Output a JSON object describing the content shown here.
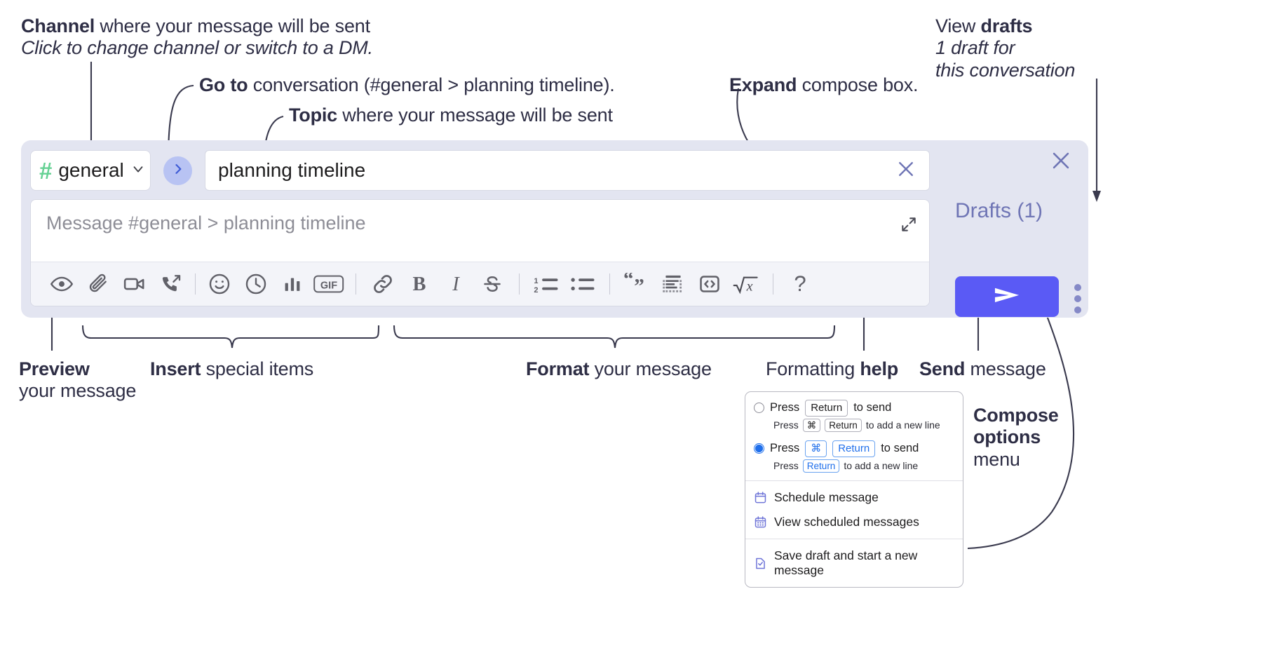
{
  "annotations": {
    "channel": {
      "bold": "Channel",
      "rest": " where your message will be sent",
      "italic": "Click to change channel or switch to a DM."
    },
    "goto": {
      "bold": "Go to",
      "rest": " conversation (#general > planning timeline)."
    },
    "topic": {
      "bold": "Topic",
      "rest": " where your message will be sent"
    },
    "expand": {
      "bold": "Expand",
      "rest": " compose box."
    },
    "drafts": {
      "bold_prefix": "View ",
      "bold": "drafts",
      "italic_line1": "1 draft for",
      "italic_line2": "this conversation"
    },
    "preview": {
      "bold": "Preview",
      "line2": "your message"
    },
    "insert": {
      "bold": "Insert",
      "rest": " special items"
    },
    "format": {
      "bold": "Format",
      "rest": " your message"
    },
    "help": {
      "rest": "Formatting ",
      "bold": "help"
    },
    "send": {
      "bold": "Send",
      "rest": " message"
    },
    "compose": {
      "line1": "Compose",
      "line2": "options",
      "line3": "menu"
    }
  },
  "compose": {
    "channel": {
      "hash": "#",
      "name": "general",
      "chevron_icon": "chevron-down-icon"
    },
    "goto_icon": "chevron-right-icon",
    "topic": {
      "value": "planning timeline",
      "clear_icon": "close-icon"
    },
    "message": {
      "placeholder": "Message #general > planning timeline",
      "expand_icon": "expand-icon"
    },
    "toolbar": [
      {
        "name": "preview-button",
        "icon": "eye-icon"
      },
      {
        "name": "attach-button",
        "icon": "paperclip-icon"
      },
      {
        "name": "video-button",
        "icon": "video-camera-icon"
      },
      {
        "name": "huddle-button",
        "icon": "phone-arrow-icon"
      },
      {
        "name": "separator-1",
        "icon": "separator"
      },
      {
        "name": "emoji-button",
        "icon": "smiley-icon"
      },
      {
        "name": "schedule-button",
        "icon": "clock-icon"
      },
      {
        "name": "poll-button",
        "icon": "bar-chart-icon"
      },
      {
        "name": "gif-button",
        "icon": "gif-icon"
      },
      {
        "name": "separator-2",
        "icon": "separator"
      },
      {
        "name": "link-button",
        "icon": "link-icon"
      },
      {
        "name": "bold-button",
        "icon": "bold-icon"
      },
      {
        "name": "italic-button",
        "icon": "italic-icon"
      },
      {
        "name": "strikethrough-button",
        "icon": "strikethrough-icon"
      },
      {
        "name": "separator-3",
        "icon": "separator"
      },
      {
        "name": "ordered-list-button",
        "icon": "ordered-list-icon"
      },
      {
        "name": "bulleted-list-button",
        "icon": "bulleted-list-icon"
      },
      {
        "name": "separator-4",
        "icon": "separator"
      },
      {
        "name": "blockquote-button",
        "icon": "quote-icon"
      },
      {
        "name": "code-block-button",
        "icon": "code-block-icon"
      },
      {
        "name": "code-button",
        "icon": "code-icon"
      },
      {
        "name": "math-button",
        "icon": "math-icon"
      },
      {
        "name": "separator-5",
        "icon": "separator"
      },
      {
        "name": "formatting-help-button",
        "icon": "question-mark-icon"
      }
    ],
    "labels": {
      "gif": "GIF",
      "bold": "B",
      "italic": "I",
      "strike": "S",
      "help": "?",
      "ol_one": "1",
      "ol_two": "2"
    },
    "drafts_label": "Drafts (1)",
    "close_icon": "close-icon",
    "send_icon": "send-paper-plane-icon",
    "kebab_icon": "more-options-icon"
  },
  "context_menu": {
    "option_1": {
      "selected": false,
      "main_pre": "Press",
      "main_key": "Return",
      "main_post": "to send",
      "sub_pre": "Press",
      "sub_key1": "⌘",
      "sub_key2": "Return",
      "sub_post": "to add a new line"
    },
    "option_2": {
      "selected": true,
      "main_pre": "Press",
      "main_key1": "⌘",
      "main_key2": "Return",
      "main_post": "to send",
      "sub_pre": "Press",
      "sub_key": "Return",
      "sub_post": "to add a new line"
    },
    "items": [
      {
        "label": "Schedule message",
        "icon": "calendar-icon"
      },
      {
        "label": "View scheduled messages",
        "icon": "calendar-grid-icon"
      },
      {
        "label": "Save draft and start a new message",
        "icon": "draft-check-icon"
      }
    ]
  },
  "colors": {
    "panel_bg": "#e3e5f1",
    "accent_send": "#5a5af5",
    "hash_green": "#64d193",
    "drafts_text": "#6f75b5",
    "goto_bg": "#b8c3f3",
    "toolbar_bg": "#f3f4f9",
    "radio_blue": "#1f6feb"
  }
}
